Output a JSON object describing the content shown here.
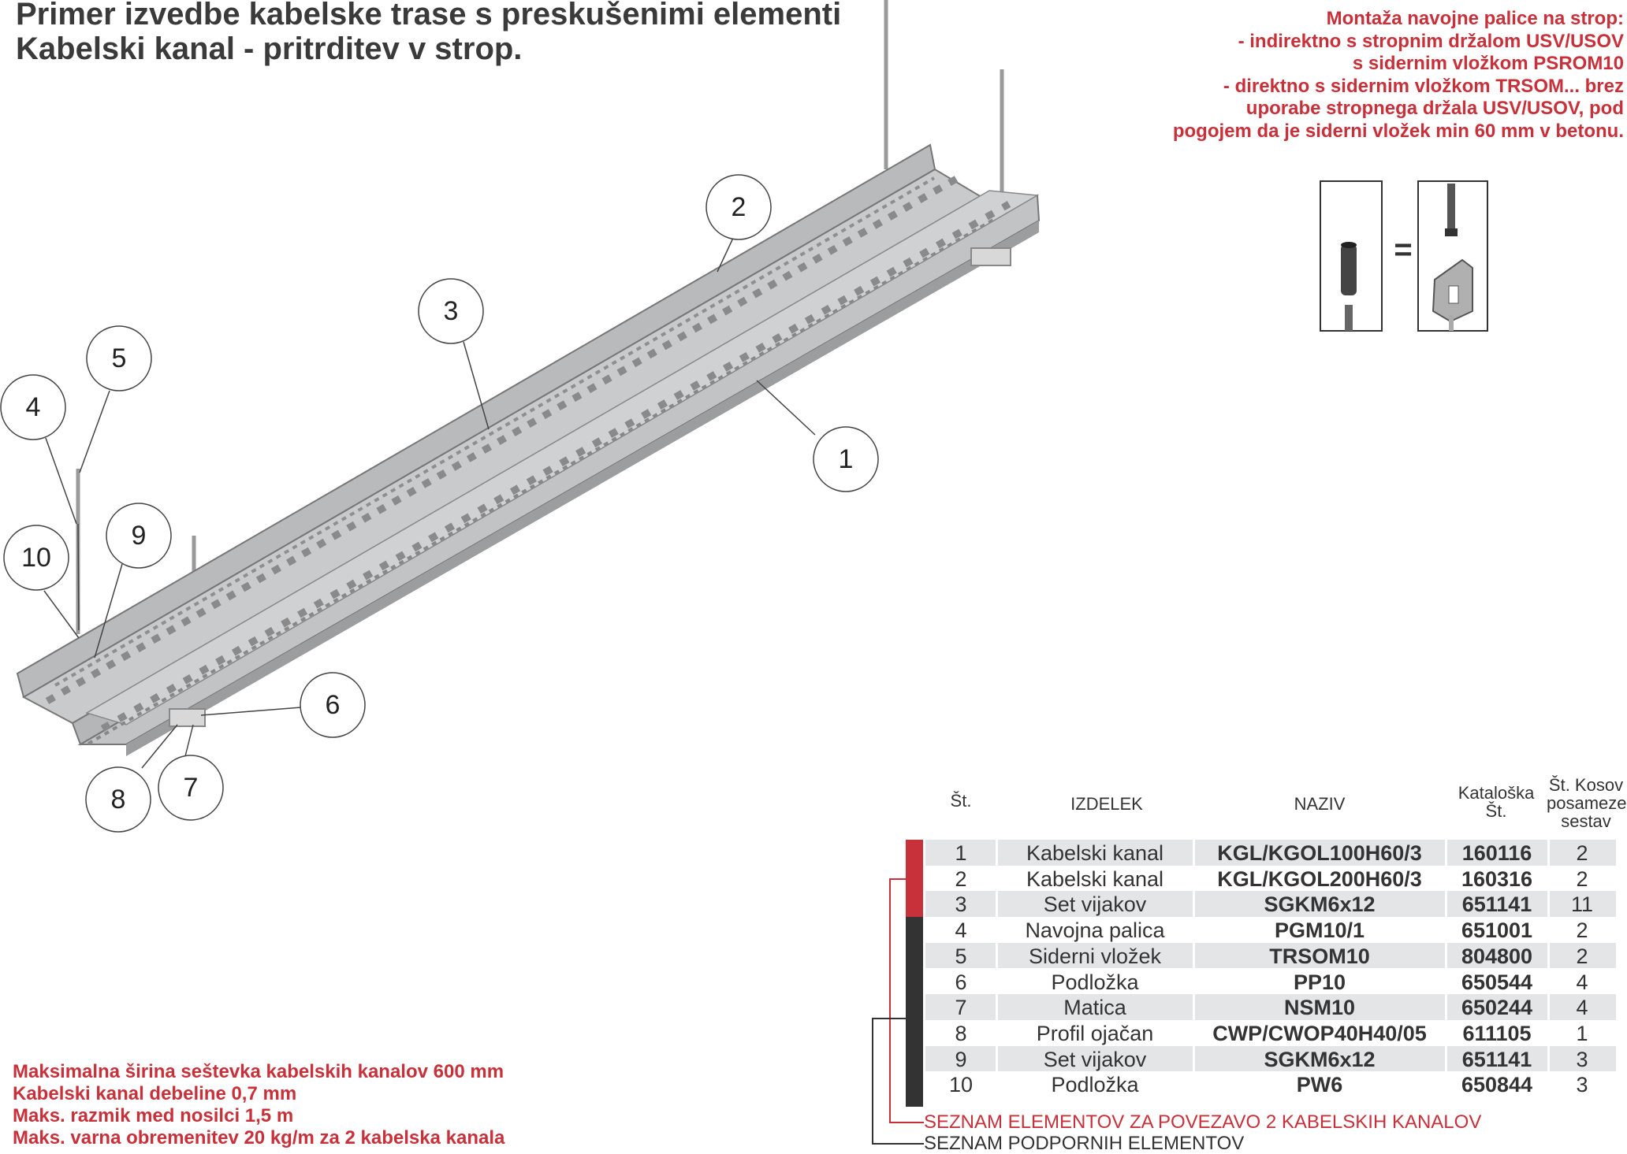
{
  "title": {
    "line1": "Primer izvedbe kabelske trase s preskušenimi elementi",
    "line2": "Kabelski kanal - pritrditev v strop."
  },
  "mounting_note": [
    "Montaža navojne palice na strop:",
    "- indirektno s stropnim držalom USV/USOV",
    "s sidernim vložkom PSROM10",
    "- direktno s sidernim vložkom  TRSOM... brez",
    "uporabe stropnega držala  USV/USOV, pod",
    "pogojem da je siderni vložek min 60 mm v betonu."
  ],
  "equals_sign": "=",
  "callouts": [
    "1",
    "2",
    "3",
    "4",
    "5",
    "6",
    "7",
    "8",
    "9",
    "10"
  ],
  "table": {
    "headers": {
      "no": "Št.",
      "product": "IZDELEK",
      "name": "NAZIV",
      "catalog_1": "Kataloška",
      "catalog_2": "Št.",
      "qty_1": "Št. Kosov",
      "qty_2": "posamezen",
      "qty_3": "sestav"
    },
    "rows": [
      {
        "no": "1",
        "product": "Kabelski kanal",
        "name": "KGL/KGOL100H60/3",
        "catalog": "160116",
        "qty": "2",
        "group": "connection"
      },
      {
        "no": "2",
        "product": "Kabelski kanal",
        "name": "KGL/KGOL200H60/3",
        "catalog": "160316",
        "qty": "2",
        "group": "connection"
      },
      {
        "no": "3",
        "product": "Set vijakov",
        "name": "SGKM6x12",
        "catalog": "651141",
        "qty": "11",
        "group": "connection"
      },
      {
        "no": "4",
        "product": "Navojna palica",
        "name": "PGM10/1",
        "catalog": "651001",
        "qty": "2",
        "group": "support"
      },
      {
        "no": "5",
        "product": "Siderni vložek",
        "name": "TRSOM10",
        "catalog": "804800",
        "qty": "2",
        "group": "support"
      },
      {
        "no": "6",
        "product": "Podložka",
        "name": "PP10",
        "catalog": "650544",
        "qty": "4",
        "group": "support"
      },
      {
        "no": "7",
        "product": "Matica",
        "name": "NSM10",
        "catalog": "650244",
        "qty": "4",
        "group": "support"
      },
      {
        "no": "8",
        "product": "Profil ojačan",
        "name": "CWP/CWOP40H40/05",
        "catalog": "611105",
        "qty": "1",
        "group": "support"
      },
      {
        "no": "9",
        "product": "Set vijakov",
        "name": "SGKM6x12",
        "catalog": "651141",
        "qty": "3",
        "group": "support"
      },
      {
        "no": "10",
        "product": "Podložka",
        "name": "PW6",
        "catalog": "650844",
        "qty": "3",
        "group": "support"
      }
    ]
  },
  "legend": {
    "connection": "SEZNAM ELEMENTOV ZA POVEZAVO 2 KABELSKIH KANALOV",
    "support": "SEZNAM PODPORNIH ELEMENTOV"
  },
  "colors": {
    "connection": "#c8303a",
    "support": "#333333"
  },
  "specs": [
    "Maksimalna širina seštevka kabelskih kanalov 600 mm",
    "Kabelski kanal debeline 0,7 mm",
    "Maks. razmik med nosilci 1,5 m",
    "Maks. varna obremenitev 20 kg/m za 2 kabelska kanala"
  ]
}
